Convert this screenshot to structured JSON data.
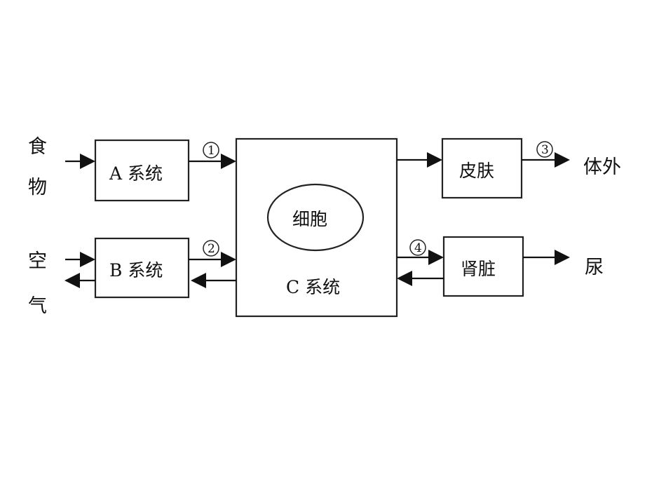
{
  "inputs": {
    "food_char1": "食",
    "food_char2": "物",
    "air_char1": "空",
    "air_char2": "气"
  },
  "boxes": {
    "a_system": "A 系统",
    "b_system": "B 系统",
    "c_system": "C 系统",
    "cell": "细胞",
    "skin": "皮肤",
    "kidney": "肾脏"
  },
  "outputs": {
    "outside_body": "体外",
    "urine": "尿"
  },
  "markers": [
    "1",
    "2",
    "3",
    "4"
  ]
}
